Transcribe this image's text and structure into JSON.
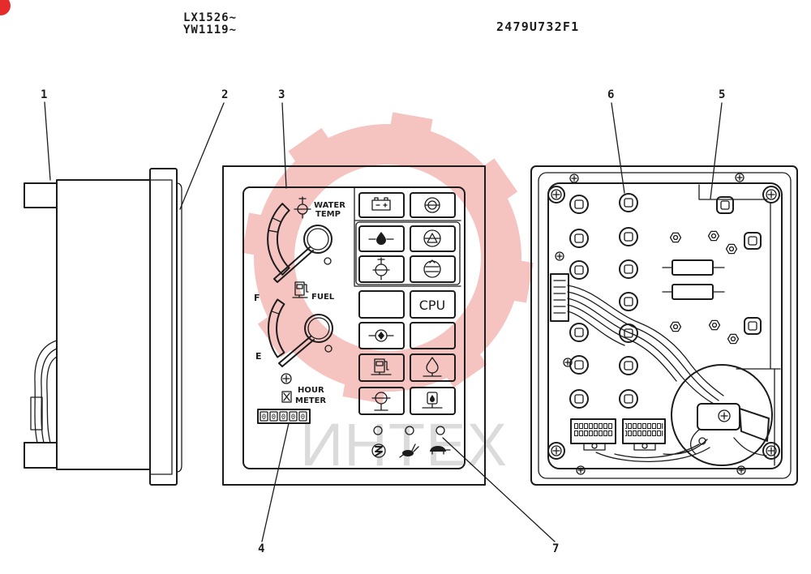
{
  "header": {
    "model_line_1": "LX1526~",
    "model_line_2": "YW1119~",
    "drawing_code": "2479U732F1"
  },
  "callouts": {
    "c1": "1",
    "c2": "2",
    "c3": "3",
    "c4": "4",
    "c5": "5",
    "c6": "6",
    "c7": "7"
  },
  "front_panel": {
    "water_temp": {
      "line1": "WATER",
      "line2": "TEMP",
      "icon": "coolant-temperature-icon"
    },
    "fuel": {
      "label": "FUEL",
      "full": "F",
      "empty": "E",
      "icon": "fuel-pump-icon"
    },
    "hour_meter": {
      "line1": "HOUR",
      "line2": "METER",
      "digits": [
        "0",
        "0",
        "0",
        "0",
        "0"
      ],
      "icon": "hourglass-icon"
    },
    "lamps": [
      {
        "icon": "battery-icon"
      },
      {
        "icon": "alternator-icon"
      },
      {
        "icon": "oil-pressure-icon"
      },
      {
        "icon": "air-filter-icon"
      },
      {
        "icon": "coolant-temperature-icon"
      },
      {
        "icon": "filter-icon"
      },
      {
        "icon": "blank"
      },
      {
        "label": "CPU"
      },
      {
        "icon": "hydraulic-pressure-icon"
      },
      {
        "icon": "blank"
      },
      {
        "icon": "fuel-level-icon"
      },
      {
        "icon": "water-separator-icon"
      },
      {
        "icon": "coolant-level-icon"
      },
      {
        "icon": "fuel-filter-icon"
      }
    ],
    "indicators": [
      {
        "icon": "glow-plug-icon"
      },
      {
        "icon": "rabbit-icon"
      },
      {
        "icon": "turtle-icon"
      }
    ]
  },
  "watermark": {
    "text": "ИНТЕХ"
  },
  "colors": {
    "ink": "#1c1c1c",
    "background": "#ffffff",
    "watermark_gear": "#ec8a83",
    "watermark_text": "#c4c4c4",
    "logo": "#e52b2b"
  }
}
